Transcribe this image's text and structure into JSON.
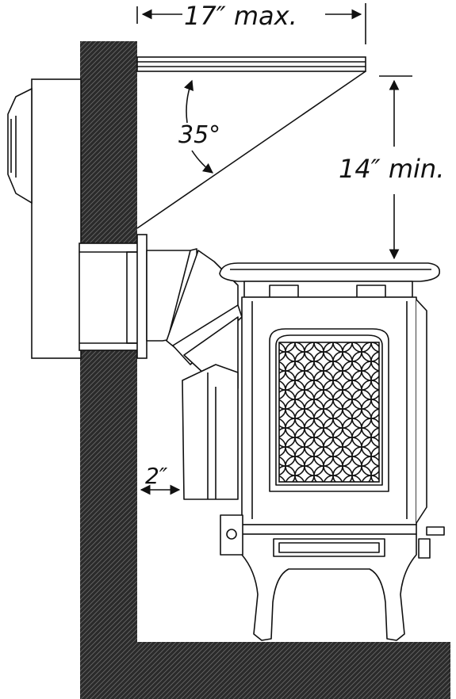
{
  "labels": {
    "max_width": "17″ max.",
    "min_height": "14″ min.",
    "angle": "35°",
    "clearance": "2″"
  },
  "colors": {
    "wall": "#2b2b2b",
    "line": "#111111",
    "background": "#ffffff"
  }
}
